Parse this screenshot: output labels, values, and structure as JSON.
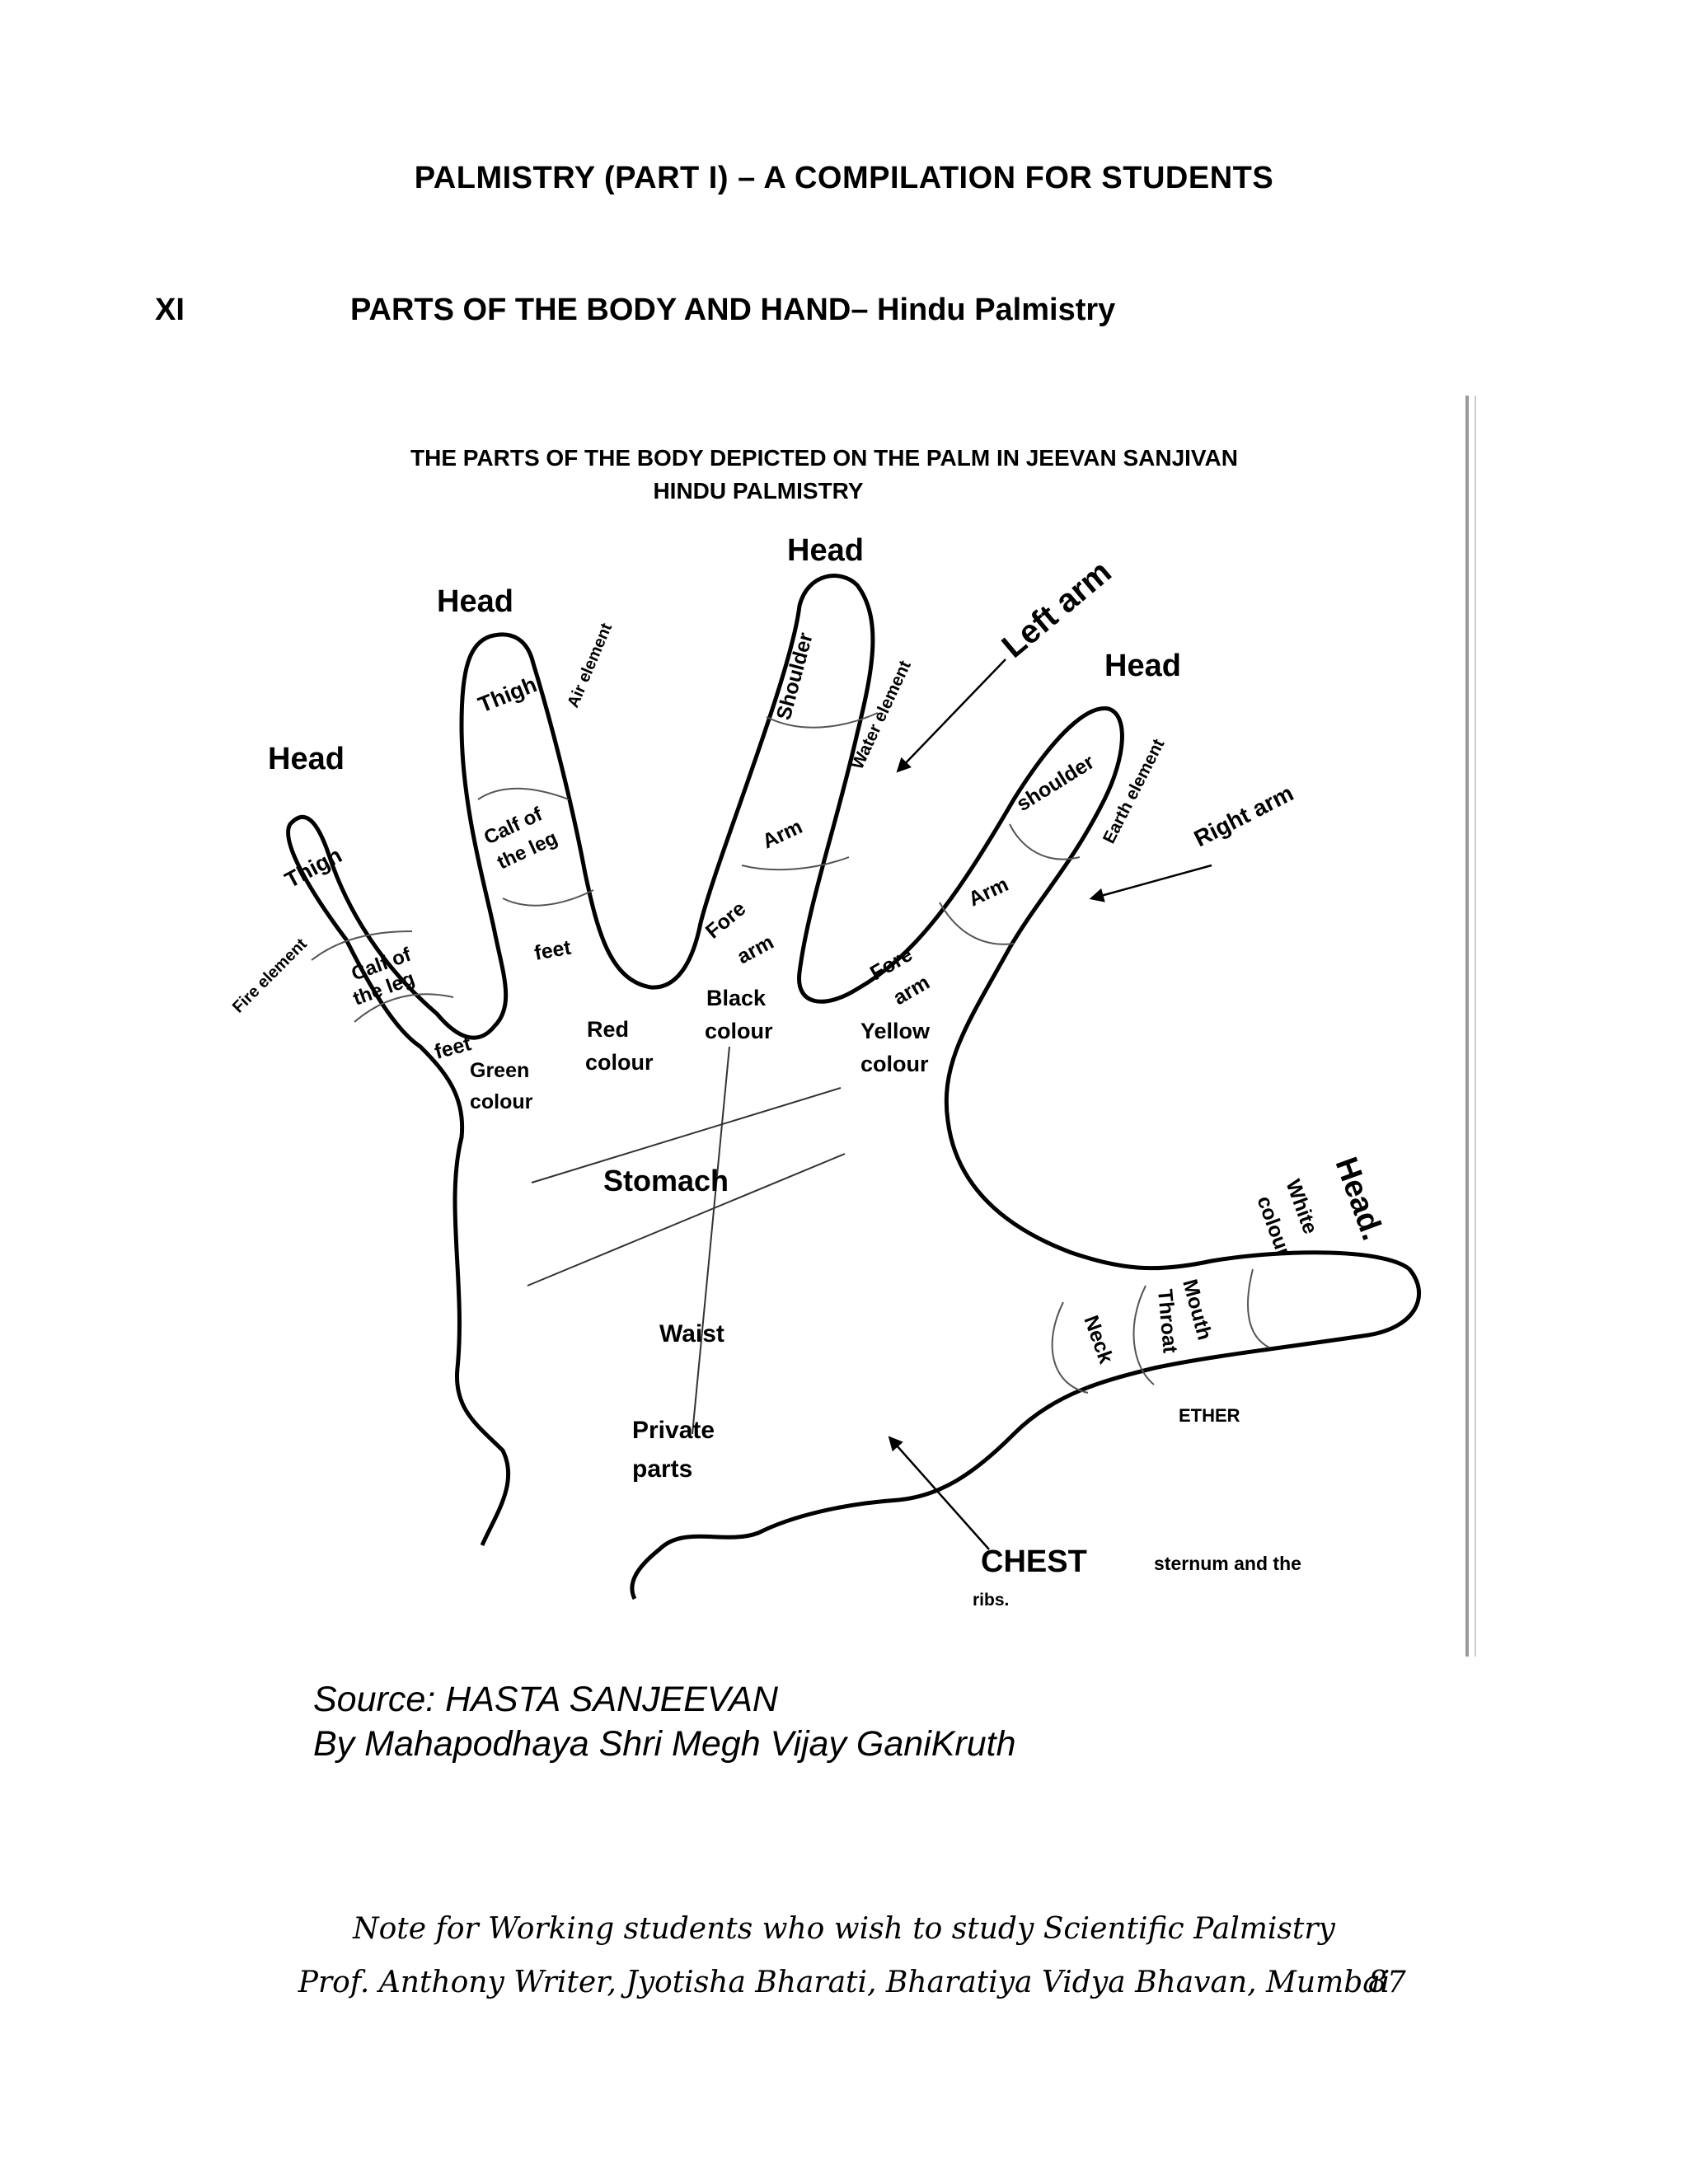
{
  "header": {
    "title": "PALMISTRY   (PART I) – A COMPILATION FOR STUDENTS"
  },
  "section": {
    "number": "XI",
    "title": "PARTS OF THE BODY AND HAND– Hindu Palmistry"
  },
  "figure": {
    "caption_line1": "THE PARTS OF THE BODY DEPICTED  ON THE PALM IN JEEVAN SANJIVAN",
    "caption_line2": "HINDU  PALMISTRY",
    "labels": {
      "head_middle": "Head",
      "head_index": "Head",
      "head_ring": "Head",
      "head_little": "Head",
      "head_thumb": "Head.",
      "left_arm": "Left arm",
      "right_arm": "Right arm",
      "air_element": "Air element",
      "water_element": "Water element",
      "earth_element": "Earth element",
      "fire_element": "Fire element",
      "shoulder_middle": "Shoulder",
      "shoulder_ring": "shoulder",
      "thigh_index": "Thigh",
      "thigh_little": "Thigh",
      "calf_index_1": "Calf of",
      "calf_index_2": "the leg",
      "calf_little_1": "Calf of",
      "calf_little_2": "the leg",
      "feet_index": "feet",
      "feet_little": "feet",
      "arm_middle": "Arm",
      "arm_ring": "Arm",
      "forearm_middle_1": "Fore",
      "forearm_middle_2": "arm",
      "forearm_ring_1": "Fore",
      "forearm_ring_2": "arm",
      "black_1": "Black",
      "black_2": "colour",
      "red_1": "Red",
      "red_2": "colour",
      "yellow_1": "Yellow",
      "yellow_2": "colour",
      "green_1": "Green",
      "green_2": "colour",
      "white_1": "White",
      "white_2": "colour",
      "stomach": "Stomach",
      "waist": "Waist",
      "private_1": "Private",
      "private_2": "parts",
      "neck": "Neck",
      "mouth": "Mouth",
      "throat": "Throat",
      "ether": "ETHER",
      "chest": "CHEST",
      "sternum": "sternum and the",
      "ribs": "ribs."
    }
  },
  "source": {
    "line1": "Source: HASTA  SANJEEVAN",
    "line2": "By Mahapodhaya Shri Megh Vijay GaniKruth"
  },
  "footer": {
    "line1": "Note for Working students who wish to study Scientific Palmistry",
    "line2": "Prof. Anthony Writer, Jyotisha Bharati, Bharatiya Vidya Bhavan,  Mumbai",
    "page_number": "87"
  }
}
